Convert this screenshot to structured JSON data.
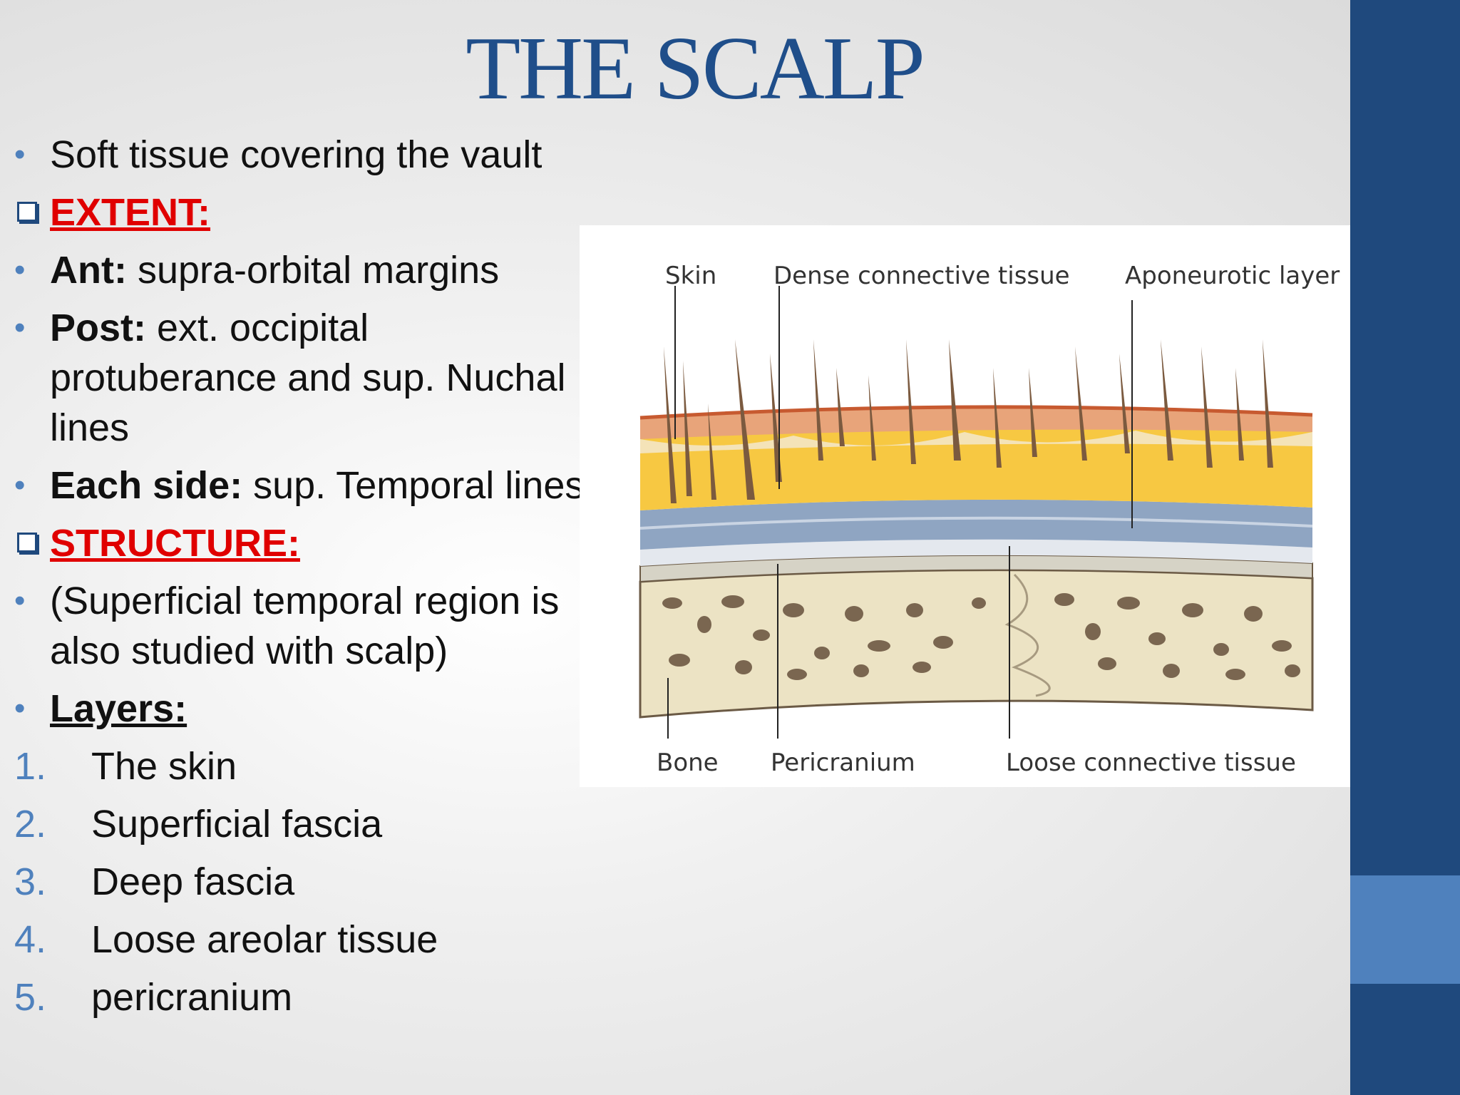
{
  "slide": {
    "title": "THE SCALP",
    "colors": {
      "title": "#1f4e8a",
      "sidebar": "#1f497d",
      "sidebar_accent": "#4f81bd",
      "heading_red": "#e00000",
      "bullet": "#4f81bd"
    }
  },
  "content": {
    "intro": "Soft tissue covering the vault",
    "extent_heading": "EXTENT: ",
    "ant_label": "Ant:",
    "ant_text": " supra-orbital margins",
    "post_label": "Post:",
    "post_text": " ext. occipital protuberance and sup. Nuchal lines",
    "side_label": "Each side:",
    "side_text": " sup. Temporal lines",
    "structure_heading": "STRUCTURE:",
    "structure_note": "(Superficial temporal region is also studied with scalp)",
    "layers_heading": "Layers:",
    "layers": [
      {
        "num": "1.",
        "text": "The skin"
      },
      {
        "num": "2.",
        "text": "Superficial fascia"
      },
      {
        "num": "3.",
        "text": "Deep fascia"
      },
      {
        "num": "4.",
        "text": "Loose areolar tissue"
      },
      {
        "num": "5.",
        "text": "pericranium"
      }
    ]
  },
  "figure": {
    "labels": {
      "skin": "Skin",
      "dense": "Dense connective tissue",
      "aponeurotic": "Aponeurotic layer",
      "bone": "Bone",
      "pericranium": "Pericranium",
      "loose": "Loose connective tissue"
    }
  }
}
